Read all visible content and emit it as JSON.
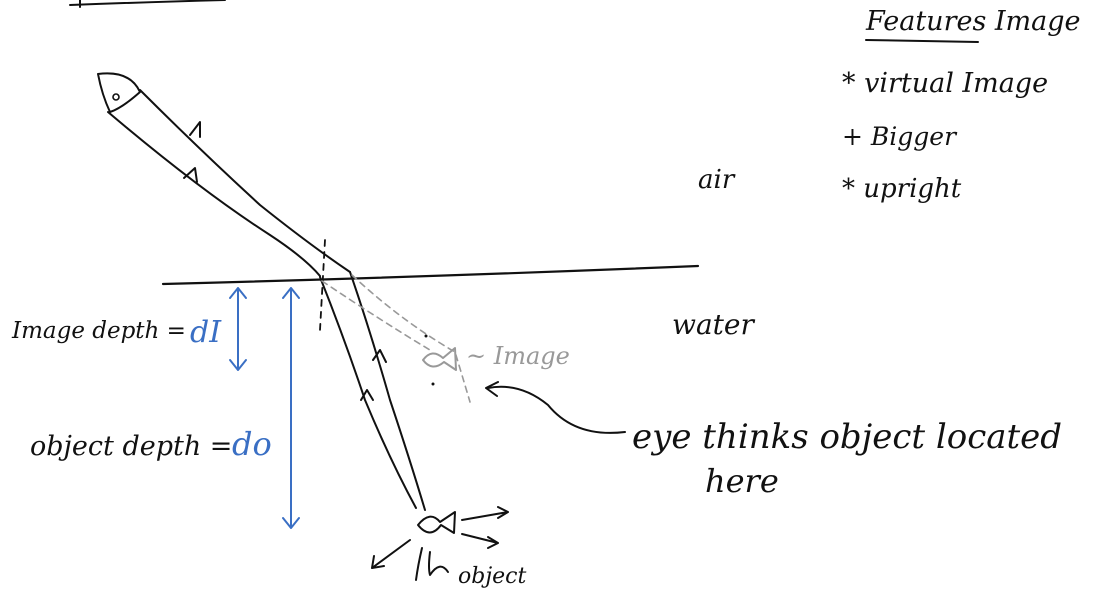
{
  "colors": {
    "ink": "#111111",
    "blue": "#3a6fc4",
    "gray": "#999999"
  },
  "features": {
    "title": "Features Image",
    "items": [
      "* virtual Image",
      "+ Bigger",
      "* upright"
    ]
  },
  "media": {
    "air": "air",
    "water": "water"
  },
  "labels": {
    "image_depth": "Image depth =",
    "image_depth_symbol": "dI",
    "object_depth": "object depth =",
    "object_depth_symbol": "do",
    "image": "~ Image",
    "eye_thinks_line1": "eye thinks object located",
    "eye_thinks_line2": "here",
    "object": "object"
  }
}
